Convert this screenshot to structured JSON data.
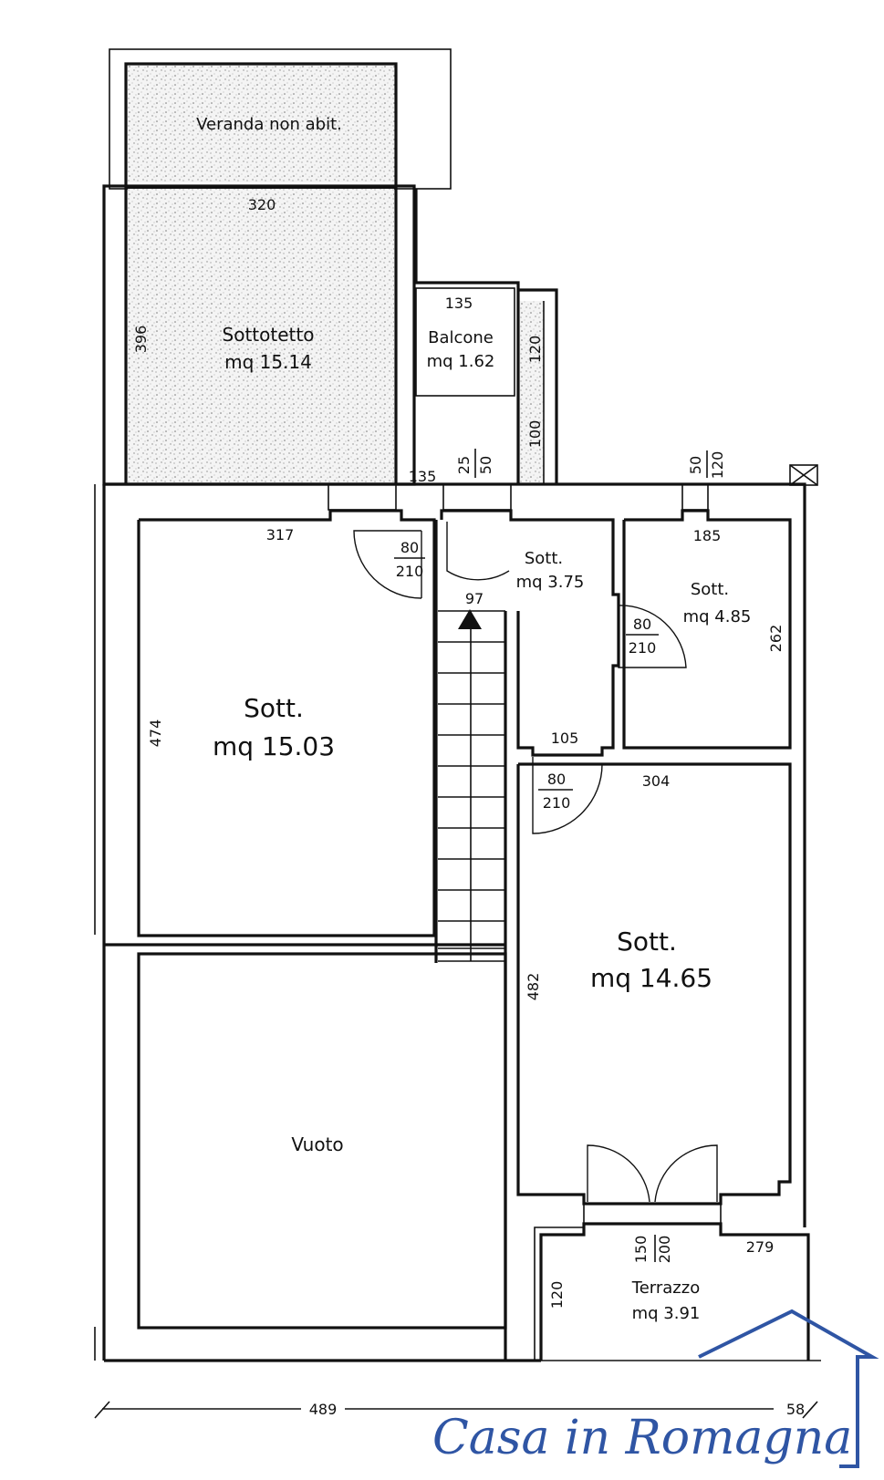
{
  "rooms": {
    "veranda": "Veranda non abit.",
    "sottotetto_name": "Sottotetto",
    "sottotetto_area": "mq 15.14",
    "balcone_name": "Balcone",
    "balcone_area": "mq 1.62",
    "sott_left_name": "Sott.",
    "sott_left_area": "mq 15.03",
    "sott_small_name": "Sott.",
    "sott_small_area": "mq 3.75",
    "sott_right_name": "Sott.",
    "sott_right_area": "mq 4.85",
    "sott_big_name": "Sott.",
    "sott_big_area": "mq 14.65",
    "vuoto": "Vuoto",
    "terrazzo_name": "Terrazzo",
    "terrazzo_area": "mq 3.91"
  },
  "dimensions": {
    "d320": "320",
    "d396": "396",
    "d135a": "135",
    "d120a": "120",
    "d100": "100",
    "d135b": "135",
    "d25": "25",
    "d50a": "50",
    "d50b": "50",
    "d120b": "120",
    "d317": "317",
    "d80a": "80",
    "d210a": "210",
    "d97": "97",
    "d185": "185",
    "d80b": "80",
    "d210b": "210",
    "d262": "262",
    "d474": "474",
    "d105": "105",
    "d80c": "80",
    "d210c": "210",
    "d304": "304",
    "d482": "482",
    "d150": "150",
    "d200": "200",
    "d279": "279",
    "d120c": "120",
    "d489": "489",
    "d58": "58"
  },
  "logo": {
    "text": "Casa in Romagna",
    "color": "#2f55a4"
  }
}
